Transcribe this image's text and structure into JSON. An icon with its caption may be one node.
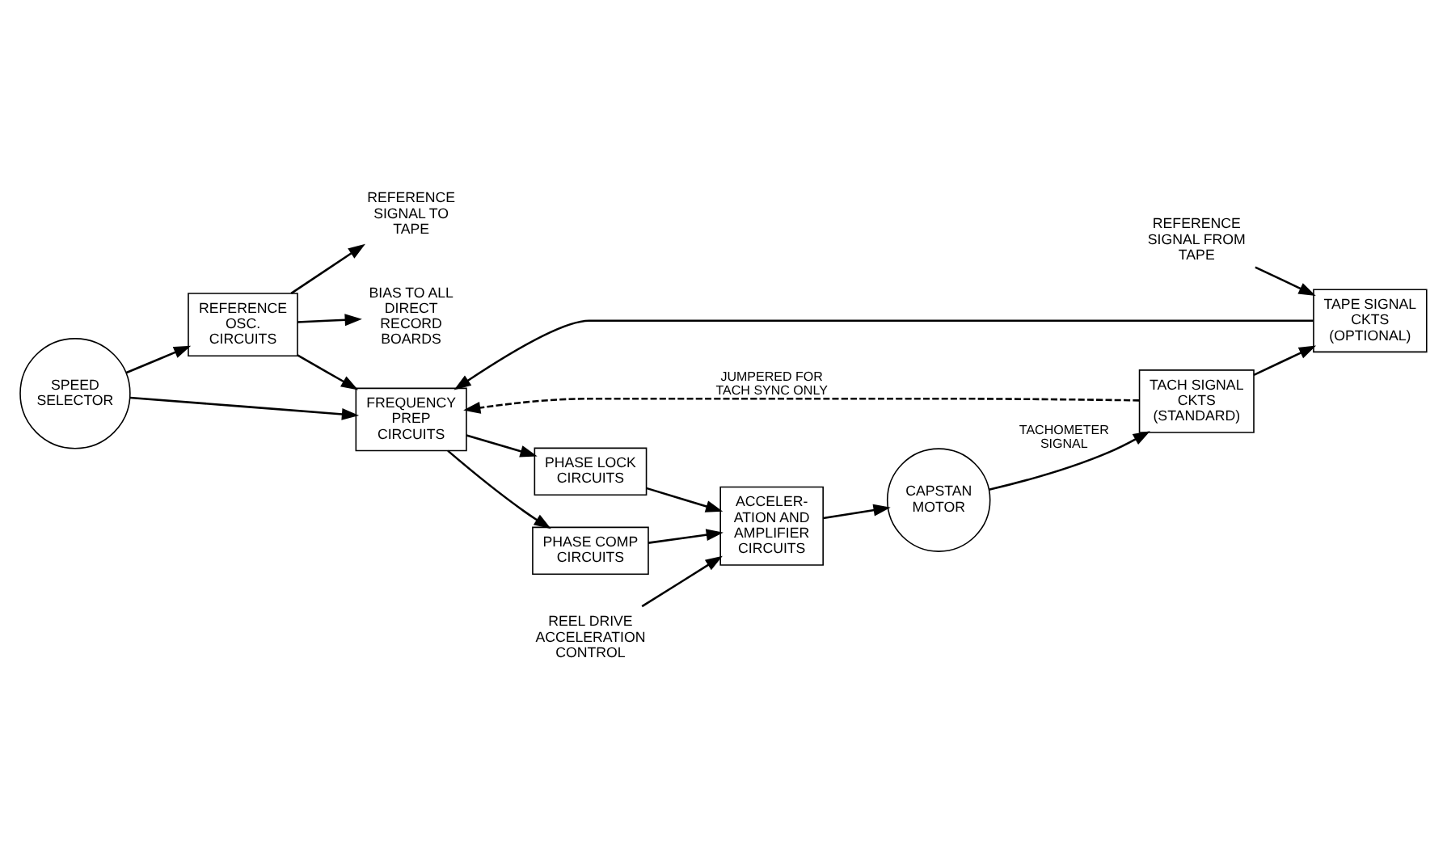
{
  "diagram": {
    "nodes": [
      {
        "text": [
          "SPEED SELECTOR"
        ]
      },
      {
        "text": [
          "REFERENCE SIGNAL TO TAPE"
        ]
      },
      {
        "text": [
          "BIAS TO ALL DIRECT RECORD BOARDS"
        ]
      },
      {
        "text": [
          "REFERENCE OSC. CIRCUITS"
        ]
      },
      {
        "text": [
          "FREQUENCY PREP CIRCUITS"
        ]
      },
      {
        "text": [
          "PHASE LOCK CIRCUITS"
        ]
      },
      {
        "text": [
          "PHASE COMP CIRCUITS"
        ]
      },
      {
        "text": [
          "REEL DRIVE ACCELERATION CONTROL"
        ]
      },
      {
        "text": [
          "ACCELER- ATION AND AMPLIFIER CIRCUITS"
        ]
      },
      {
        "text": [
          "REFERENCE SIGNAL FROM TAPE"
        ]
      },
      {
        "text": [
          "TAPE SIGNAL CKTS (OPTIONAL)"
        ]
      },
      {
        "text": [
          "TACH SIGNAL CKTS (STANDARD)"
        ]
      },
      {
        "text": [
          "CAPSTAN MOTOR"
        ]
      }
    ],
    "edges": [
      {
        "from": 0,
        "to": 3,
        "arrow": "to"
      },
      {
        "from": 0,
        "to": 4,
        "arrow": "to"
      },
      {
        "from": 3,
        "to": 1,
        "arrow": "to"
      },
      {
        "from": 3,
        "to": 2,
        "arrow": "to"
      },
      {
        "from": 3,
        "to": 4,
        "arrow": "to"
      },
      {
        "from": 4,
        "to": 5,
        "arrow": "to"
      },
      {
        "from": 4,
        "to": 6,
        "arrow": "to"
      },
      {
        "from": 5,
        "to": 8,
        "arrow": "to"
      },
      {
        "from": 6,
        "to": 8,
        "arrow": "to"
      },
      {
        "from": 7,
        "to": 8,
        "arrow": "to"
      },
      {
        "from": 8,
        "to": 12,
        "arrow": "to"
      },
      {
        "from": 12,
        "to": 11,
        "arrow": "to",
        "label": "TACHOMETER SIGNAL"
      },
      {
        "from": 9,
        "to": 10,
        "arrow": "to"
      },
      {
        "from": 10,
        "to": 4,
        "arrow": "to"
      },
      {
        "from": 11,
        "to": 10,
        "arrow": "to"
      },
      {
        "from": 11,
        "to": 4,
        "arrow": "to",
        "style": "dashed",
        "label": "JUMPERED FOR TACH SYNC ONLY"
      }
    ]
  }
}
